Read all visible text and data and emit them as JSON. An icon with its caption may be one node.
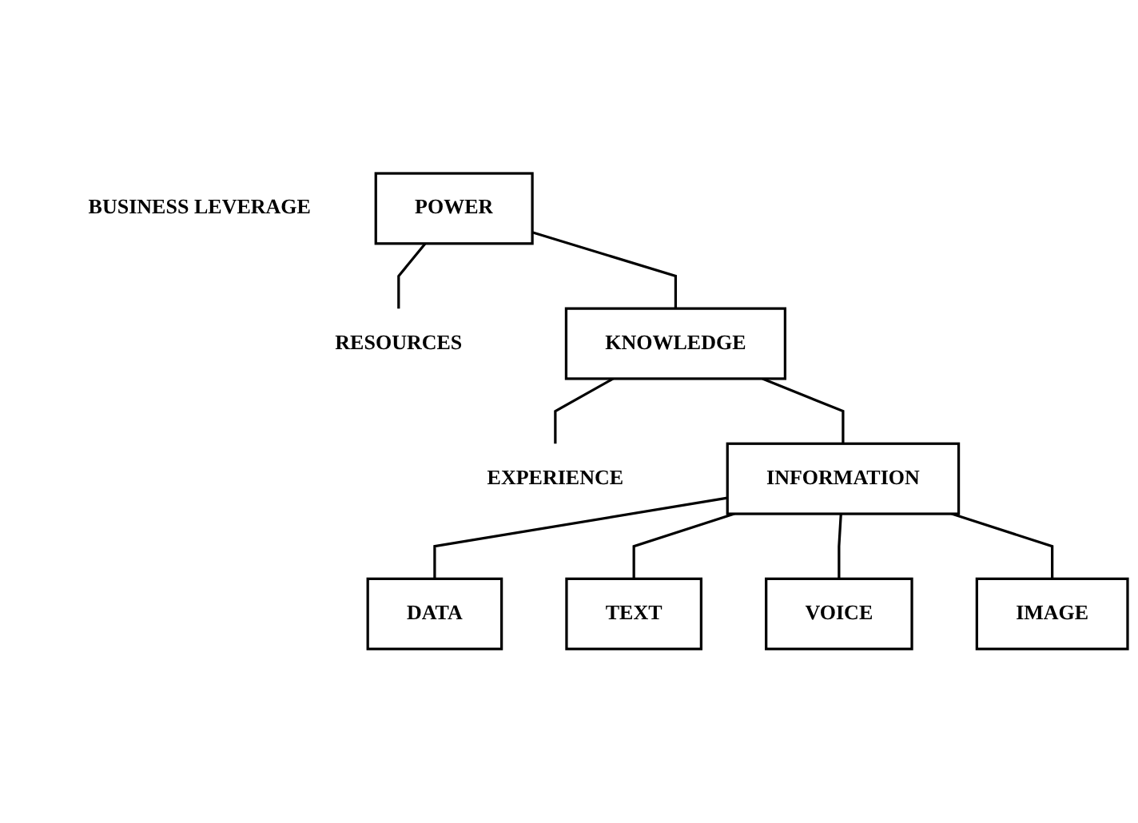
{
  "diagram": {
    "nodes": [
      {
        "text": [
          "POWER"
        ],
        "beside": [
          "BUSINESS LEVERAGE"
        ]
      },
      {
        "text": [
          "RESOURCES"
        ]
      },
      {
        "text": [
          "KNOWLEDGE"
        ]
      },
      {
        "text": [
          "EXPERIENCE"
        ]
      },
      {
        "text": [
          "INFORMATION"
        ]
      },
      {
        "text": [
          "DATA"
        ]
      },
      {
        "text": [
          "TEXT"
        ]
      },
      {
        "text": [
          "VOICE"
        ]
      },
      {
        "text": [
          "IMAGE"
        ]
      }
    ],
    "edges": [
      {
        "from": 0,
        "to": 2,
        "arrow": "none"
      },
      {
        "from": 0,
        "to": 1,
        "arrow": "none"
      },
      {
        "from": 2,
        "to": 4,
        "arrow": "none"
      },
      {
        "from": 2,
        "to": 3,
        "arrow": "none"
      },
      {
        "from": 4,
        "to": 5,
        "arrow": "none"
      },
      {
        "from": 4,
        "to": 6,
        "arrow": "none"
      },
      {
        "from": 4,
        "to": 7,
        "arrow": "none"
      },
      {
        "from": 4,
        "to": 8,
        "arrow": "none"
      }
    ]
  }
}
